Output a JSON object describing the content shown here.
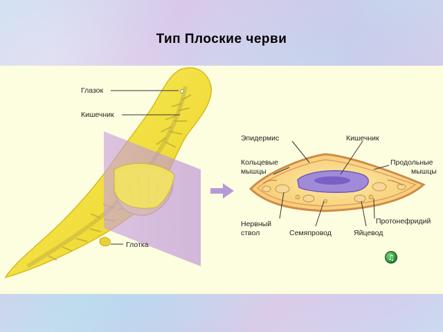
{
  "title": "Тип Плоские черви",
  "labels": {
    "glazok": "Глазок",
    "kishechnik_left": "Кишечник",
    "glotka": "Глотка",
    "epidermis": "Эпидермис",
    "kishechnik_right": "Кишечник",
    "koltsevye_1": "Кольцевые",
    "koltsevye_2": "мышцы",
    "prodolnye_1": "Продольные",
    "prodolnye_2": "мышцы",
    "protonefridiy": "Протонефридий",
    "nervny_1": "Нервный",
    "nervny_2": "ствол",
    "semyaprovod": "Семяпровод",
    "yajtsevod": "Яйцевод"
  },
  "sound_button": {
    "icon": "music-note-icon",
    "glyph": "♫"
  },
  "colors": {
    "panel": "#fdfde0",
    "body": "#f4e64a",
    "body_edge": "#d9b820",
    "gut": "#a08bd8",
    "plane": "#c9a2e0",
    "arrow": "#b59ad8"
  }
}
